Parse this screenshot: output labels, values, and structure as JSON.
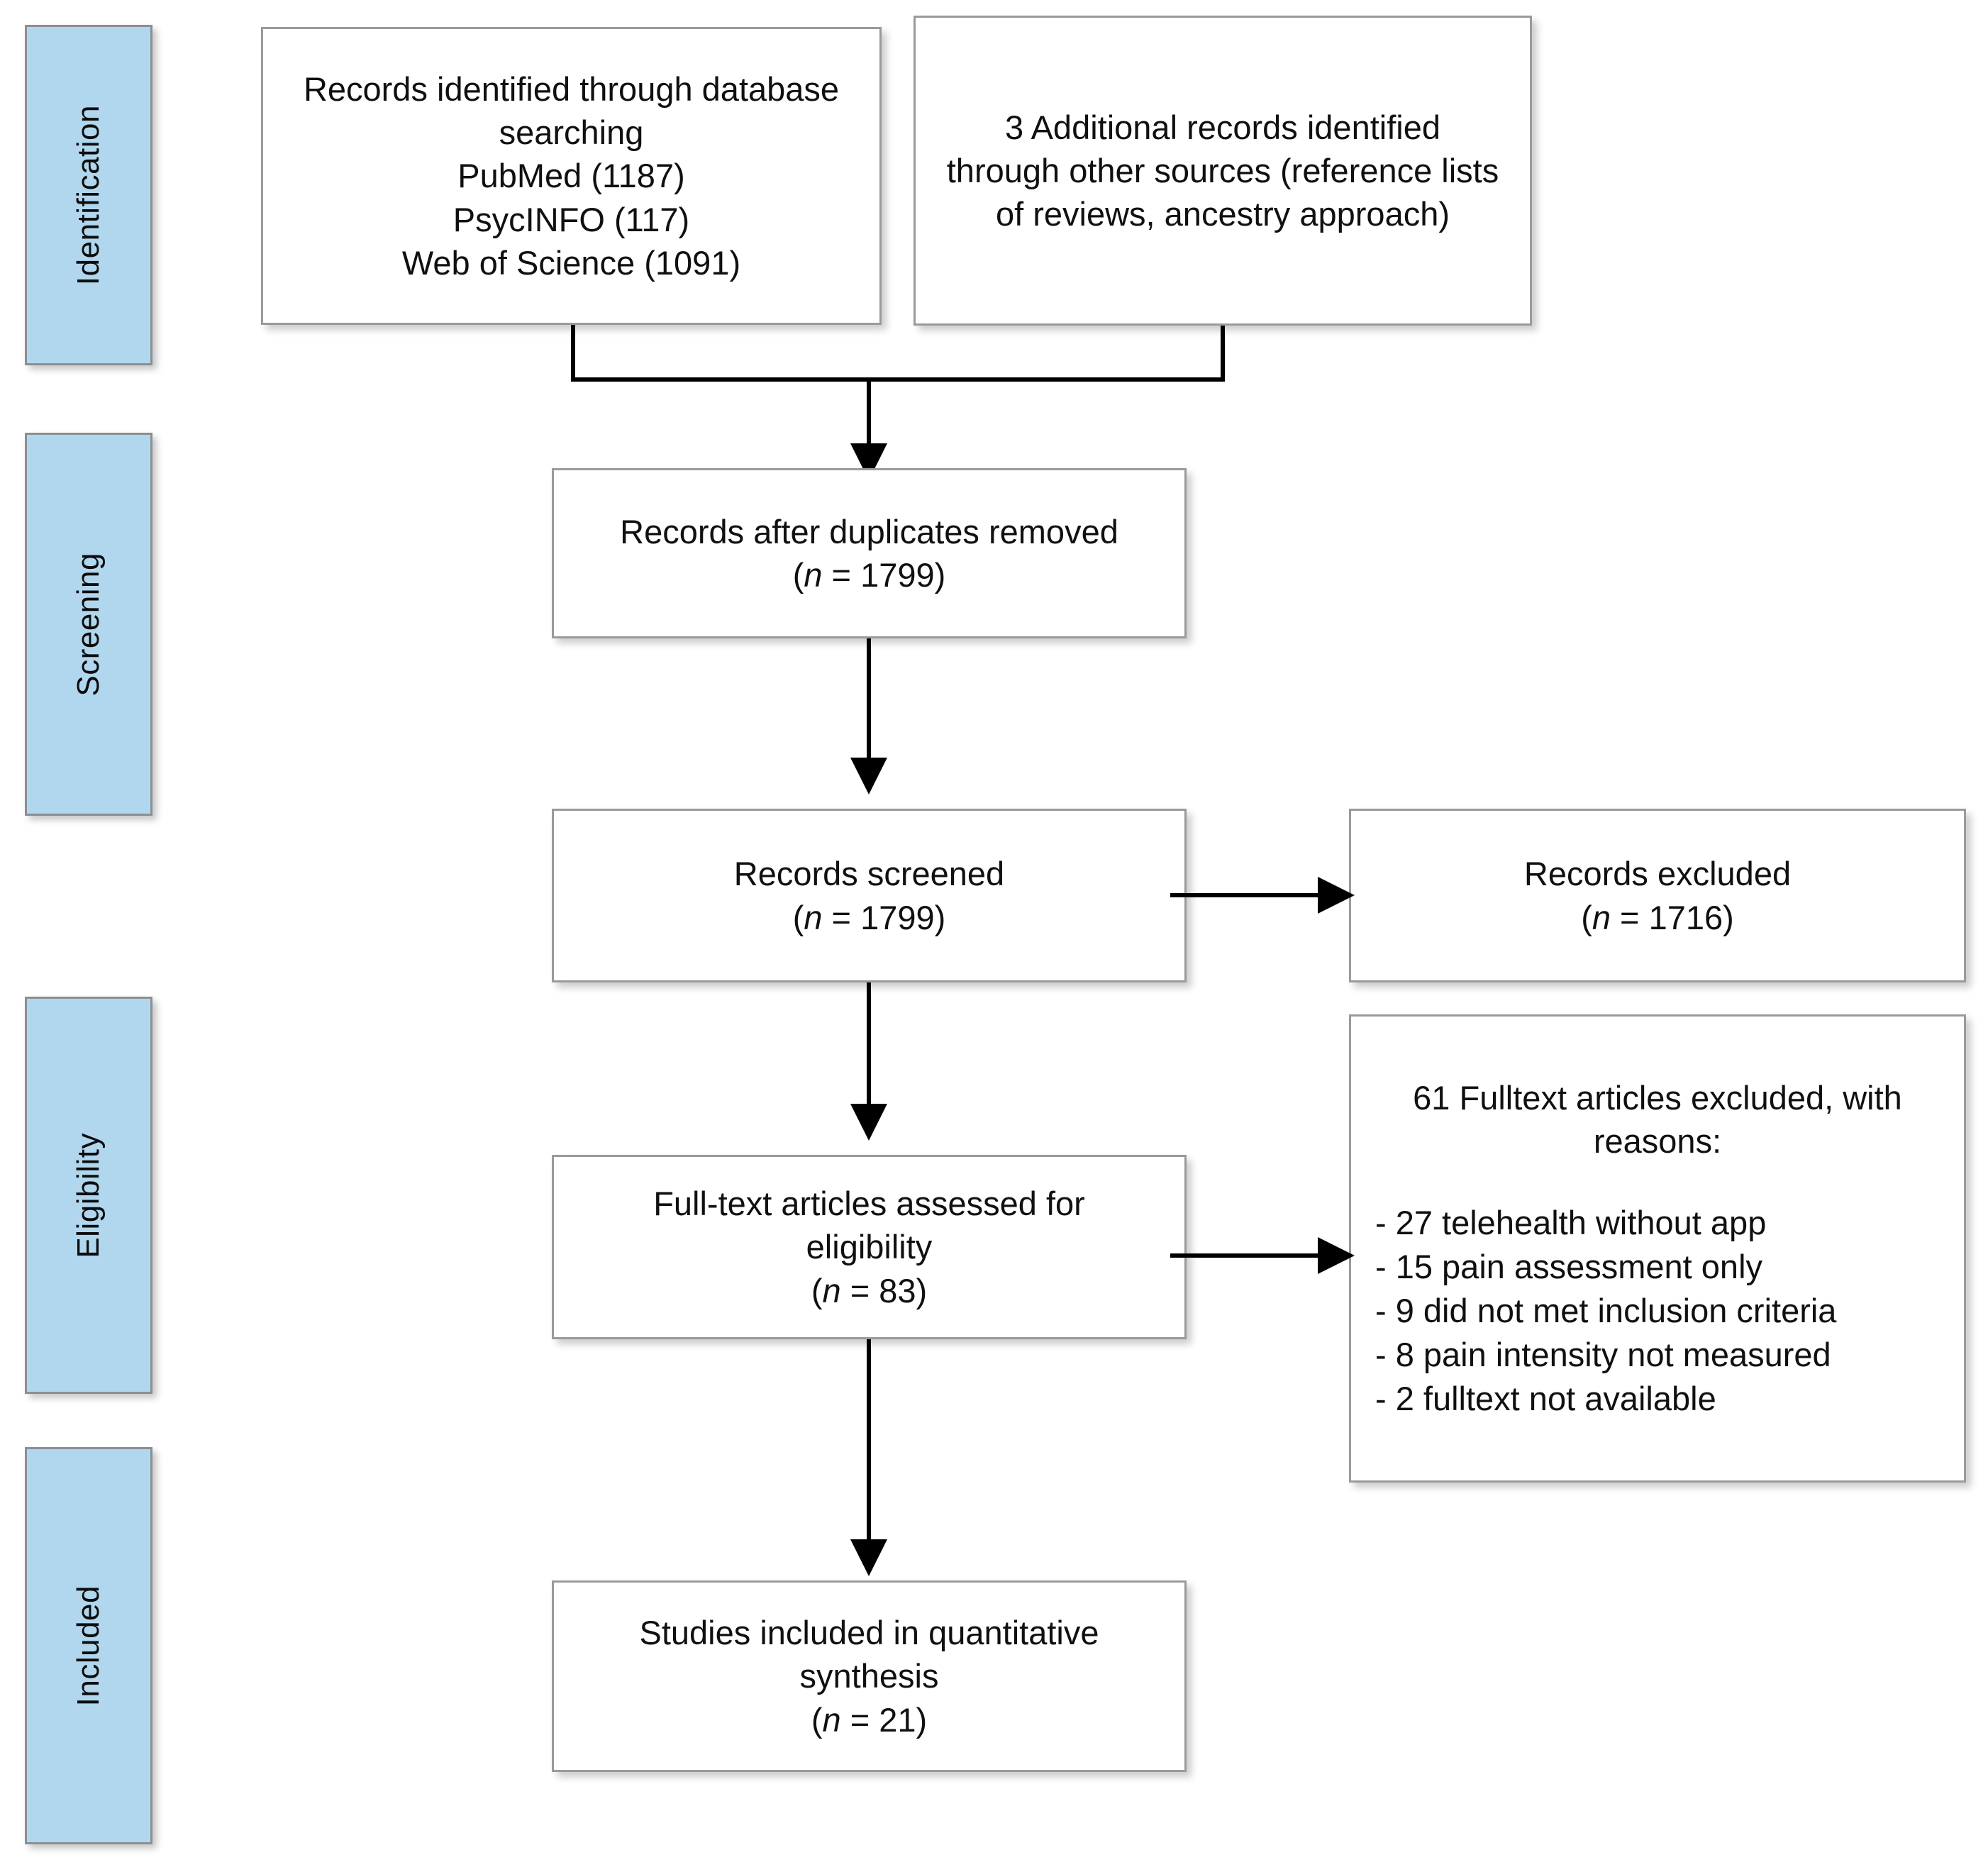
{
  "diagram": {
    "title": "PRISMA flow diagram",
    "colors": {
      "stage_fill": "#b1d7ef",
      "stage_border": "#8a8f94",
      "box_border": "#9a9a9a",
      "box_fill": "#ffffff",
      "connector": "#000000"
    }
  },
  "stages": [
    {
      "label": "Identification"
    },
    {
      "label": "Screening"
    },
    {
      "label": "Eligibility"
    },
    {
      "label": "Included"
    }
  ],
  "boxes": {
    "database_search": {
      "lines": [
        "Records identified through database",
        "searching",
        "PubMed (1187)",
        "PsycINFO (117)",
        "Web of Science (1091)"
      ]
    },
    "other_sources": {
      "lines": [
        "3 Additional records identified",
        "through other sources (reference lists",
        "of reviews, ancestry approach)"
      ]
    },
    "duplicates_removed": {
      "line1": "Records after duplicates removed",
      "n_prefix": "(",
      "n_italic": "n",
      "n_value": " = 1799)"
    },
    "records_screened": {
      "line1": "Records screened",
      "n_prefix": "(",
      "n_italic": "n",
      "n_value": " = 1799)"
    },
    "records_excluded": {
      "line1": "Records excluded",
      "n_prefix": "(",
      "n_italic": "n",
      "n_value": " = 1716)"
    },
    "fulltext_assessed": {
      "line1": "Full-text articles assessed for",
      "line2": "eligibility",
      "n_prefix": "(",
      "n_italic": "n",
      "n_value": " = 83)"
    },
    "fulltext_excluded": {
      "heading_line1": "61 Fulltext articles excluded, with",
      "heading_line2": "reasons:",
      "reasons": [
        "- 27 telehealth without app",
        "- 15 pain assessment only",
        "- 9 did not met inclusion criteria",
        "- 8 pain intensity not measured",
        "- 2 fulltext not available"
      ]
    },
    "studies_included": {
      "line1": "Studies included in quantitative",
      "line2": "synthesis",
      "n_prefix": "(",
      "n_italic": "n",
      "n_value": " = 21)"
    }
  }
}
